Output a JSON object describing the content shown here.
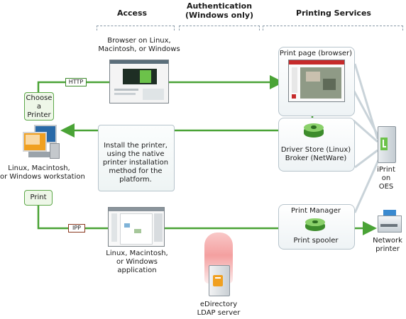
{
  "headers": {
    "access": "Access",
    "authentication": "Authentication\n(Windows only)",
    "printing_services": "Printing Services"
  },
  "labels": {
    "browser": "Browser on Linux,\nMacintosh, or Windows",
    "print_page": "Print page (browser)",
    "choose_printer": "Choose\na\nPrinter",
    "http": "HTTP",
    "workstation": "Linux, Macintosh,\nor Windows workstation",
    "install_text": "Install the printer,\nusing the native\nprinter installation\nmethod for the\nplatform.",
    "driver_store": "Driver Store (Linux)\nBroker (NetWare)",
    "iprint": "iPrint\non\nOES",
    "print": "Print",
    "ipp": "IPP",
    "application": "Linux, Macintosh,\nor Windows\napplication",
    "print_manager": "Print Manager",
    "print_spooler": "Print spooler",
    "network_printer": "Network\nprinter",
    "edirectory": "eDirectory\nLDAP server"
  },
  "colors": {
    "flow": "#4aa336",
    "flow_dark": "#2f7a22",
    "panel_border": "#b7c4cc",
    "server_line": "#c9d3d9"
  },
  "icons": [
    "browser-screenshot-icon",
    "print-page-screenshot-icon",
    "workstation-icon",
    "driver-store-disk-icon",
    "server-tower-icon",
    "application-screenshot-icon",
    "print-spooler-disk-icon",
    "network-printer-icon",
    "ldap-server-icon"
  ]
}
